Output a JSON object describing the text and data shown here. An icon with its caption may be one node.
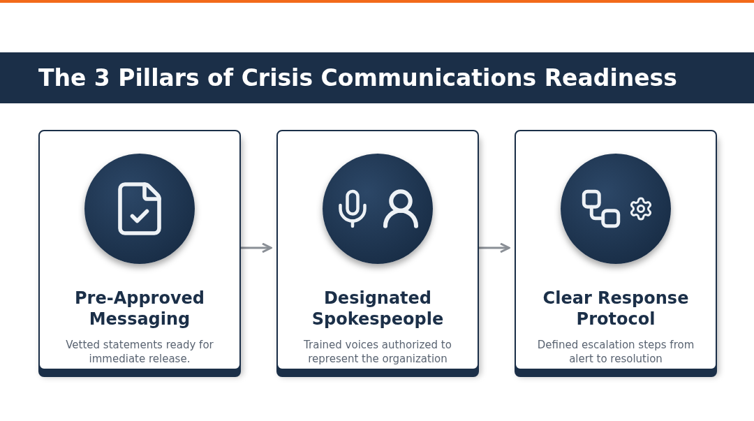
{
  "diagram": {
    "title": "The 3 Pillars of Crisis Communications Readiness",
    "nodes": [
      {
        "text": [
          "Pre-Approved Messaging",
          "Vetted statements ready for immediate release."
        ]
      },
      {
        "text": [
          "Designated Spokespeople",
          "Trained voices authorized to represent the organization"
        ]
      },
      {
        "text": [
          "Clear Response Protocol",
          "Defined escalation steps from alert to resolution"
        ]
      }
    ],
    "edges": [
      {
        "from": 0,
        "to": 1,
        "arrow": "to"
      },
      {
        "from": 1,
        "to": 2,
        "arrow": "to"
      }
    ]
  }
}
